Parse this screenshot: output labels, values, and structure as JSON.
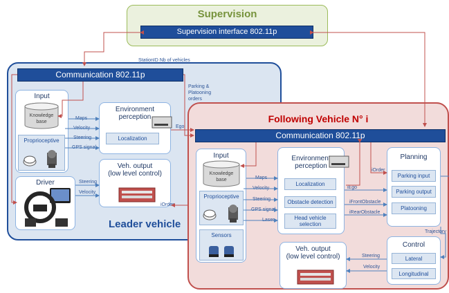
{
  "supervision": {
    "title": "Supervision",
    "interface": "Supervision interface 802.11p"
  },
  "leader": {
    "comm": "Communication  802.11p",
    "header_note": "StationID Nb of vehicles",
    "parking_note": "Parking &\nPlatooning\norders",
    "input_title": "Input",
    "kb": "Knowledge\nbase",
    "proprio": "Proprioceptive",
    "env_title": "Environment\nperception",
    "localization": "Localization",
    "driver": "Driver",
    "veh_output": "Veh. output\n(low level control)",
    "leader_label": "Leader vehicle",
    "sig_maps": "Maps",
    "sig_velocity": "Velocity",
    "sig_steering": "Steering",
    "sig_gps": "GPS signal",
    "sig_steering2": "Steering",
    "sig_velocity2": "Velocity",
    "sig_iorder": "iOrder",
    "sig_ego": "Ego"
  },
  "follower": {
    "title": "Following Vehicle N° i",
    "comm": "Communication  802.11p",
    "input_title": "Input",
    "kb": "Knowledge\nbase",
    "proprio": "Proprioceptive",
    "sensors": "Sensors",
    "env_title": "Environment\nperception",
    "localization": "Localization",
    "obstacle": "Obstacle detection",
    "head": "Head vehicle\nselection",
    "planning_title": "Planning",
    "parking_input": "Parking input",
    "parking_output": "Parking output",
    "platooning": "Platooning",
    "control_title": "Control",
    "lateral": "Lateral",
    "longitudinal": "Longitudinal",
    "veh_output": "Veh. output\n(low level control)",
    "sig_maps": "Maps",
    "sig_velocity": "Velocity",
    "sig_steering": "Steering",
    "sig_gps": "GPS signal",
    "sig_laser": "Laser",
    "sig_iorder": "iOrder",
    "sig_iego": "iEgo",
    "sig_front": "iFrontObstacle",
    "sig_rear": "iRearObstacle",
    "sig_trajectory": "Trajectory",
    "sig_steering2": "Steering",
    "sig_velocity2": "Velocity"
  },
  "colors": {
    "supervision_bg": "#ebf1de",
    "supervision_border": "#9bbb59",
    "supervision_title": "#77933c",
    "leader_bg": "#dbe5f1",
    "leader_border": "#1f4e9a",
    "follower_bg": "#f2dcdb",
    "follower_border": "#c0504d",
    "follower_title": "#c00000",
    "bar": "#1f4e9a",
    "arrow_red": "#c0504d",
    "arrow_blue": "#4f81bd"
  }
}
